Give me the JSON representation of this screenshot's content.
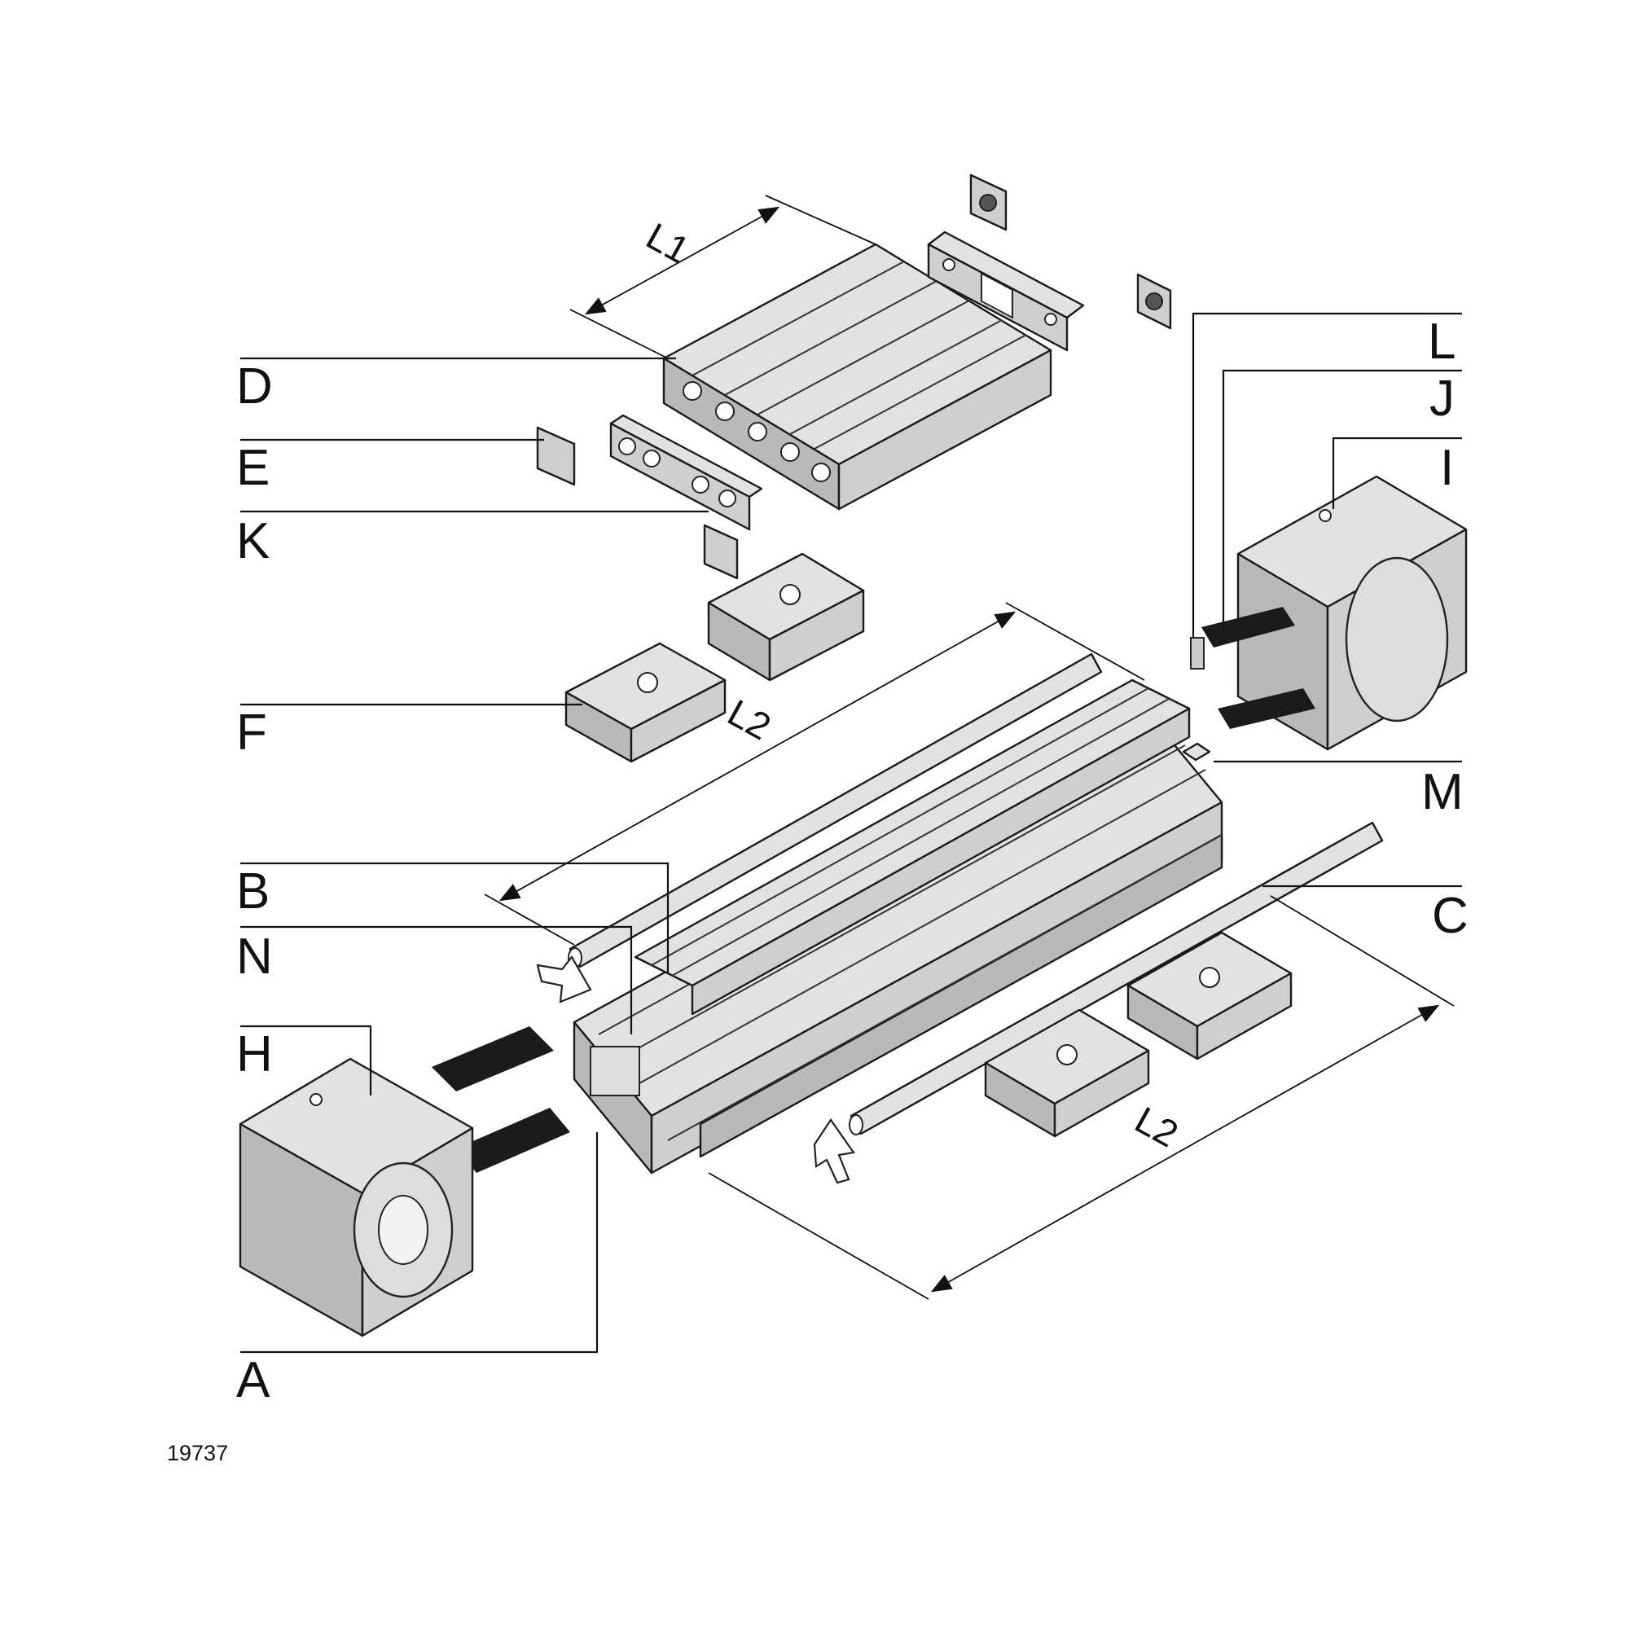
{
  "labels": {
    "A": "A",
    "B": "B",
    "C": "C",
    "D": "D",
    "E": "E",
    "F": "F",
    "H": "H",
    "I": "I",
    "J": "J",
    "K": "K",
    "L": "L",
    "M": "M",
    "N": "N"
  },
  "dimensions": {
    "L1": "L1",
    "L2_upper": "L2",
    "L2_lower": "L2"
  },
  "figure_number": "19737",
  "colors": {
    "ink": "#111111",
    "part_light": "#e2e2e2",
    "part_mid": "#cfcfcf",
    "part_shadow": "#b9b9b9",
    "belt": "#1b1b1b"
  }
}
